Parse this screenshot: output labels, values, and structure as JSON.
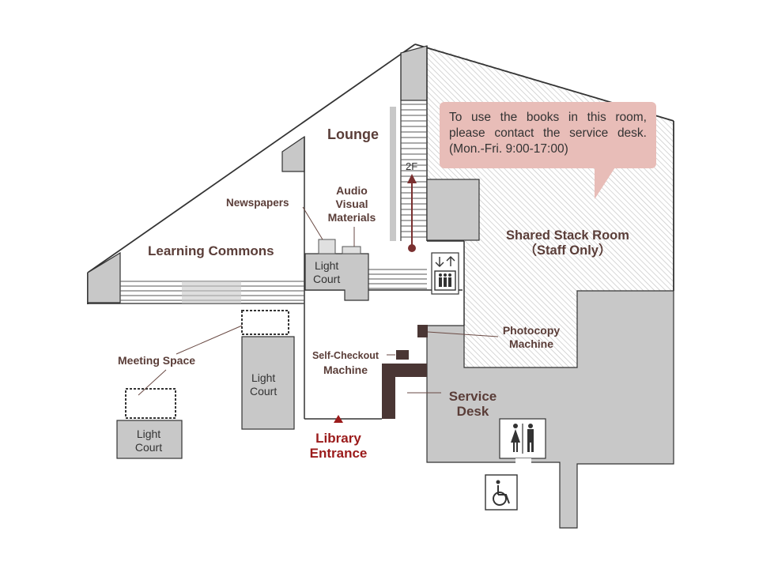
{
  "labels": {
    "lounge": "Lounge",
    "learning_commons": "Learning Commons",
    "newspapers": "Newspapers",
    "audio_visual": [
      "Audio",
      "Visual",
      "Materials"
    ],
    "light_court": [
      "Light",
      "Court"
    ],
    "meeting_space": "Meeting Space",
    "shared_stack_room": [
      "Shared Stack Room",
      "（Staff Only）"
    ],
    "photocopy": [
      "Photocopy",
      "Machine"
    ],
    "self_checkout": [
      "Self-Checkout",
      "Machine"
    ],
    "service_desk": [
      "Service",
      "Desk"
    ],
    "library_entrance": [
      "Library",
      "Entrance"
    ],
    "floor": "2F"
  },
  "notice": "To use the books in this room, please contact the service desk. (Mon.-Fri. 9:00-17:00)",
  "icons": {
    "elevator": "elevator-icon",
    "restroom": "restroom-icon",
    "accessible": "wheelchair-icon",
    "up_arrow": "stair-up-arrow-icon",
    "entrance_marker": "entrance-triangle-icon"
  },
  "colors": {
    "label_text": "#5a3d38",
    "entrance_text": "#9b1b1b",
    "callout_bg": "#e8bdb8",
    "gray_block": "#c8c8c8",
    "dark_block": "#4a3634"
  }
}
